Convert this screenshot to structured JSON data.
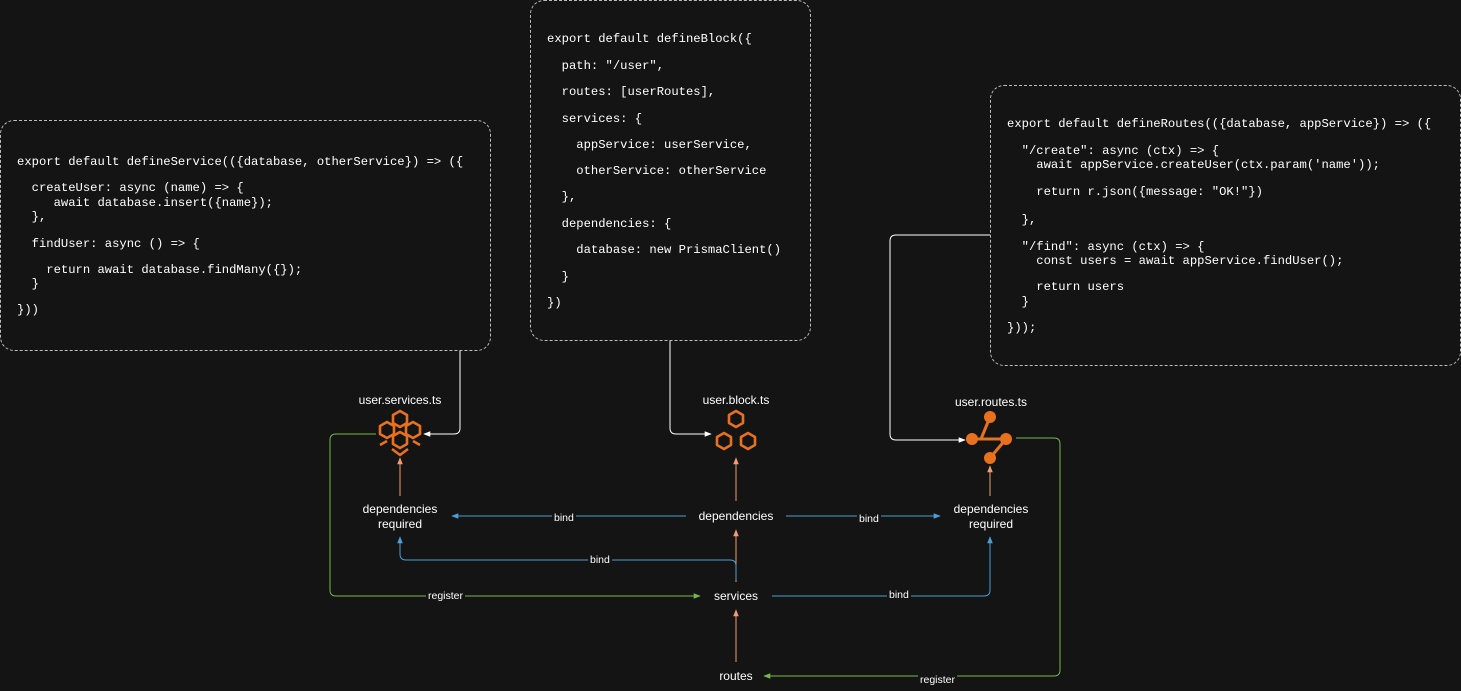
{
  "colors": {
    "background": "#141414",
    "icon_orange": "#e8711d",
    "arrow_orange": "#f49a72",
    "arrow_blue": "#4b9fd5",
    "arrow_green": "#73b74a",
    "box_border": "#bdbdbd"
  },
  "code": {
    "service": [
      "export default defineService(({database, otherService}) => ({",
      "  createUser: async (name) => {",
      "     await database.insert({name});",
      "  },",
      "  findUser: async () => {",
      "    return await database.findMany({});",
      "  }",
      "}))"
    ],
    "block": [
      "export default defineBlock({",
      "  path: \"/user\",",
      "  routes: [userRoutes],",
      "  services: {",
      "    appService: userService,",
      "    otherService: otherService",
      "  },",
      "  dependencies: {",
      "    database: new PrismaClient()",
      "  }",
      "})"
    ],
    "routes": [
      "export default defineRoutes(({database, appService}) => ({",
      "  \"/create\": async (ctx) => {",
      "    await appService.createUser(ctx.param('name'));",
      "    return r.json({message: \"OK!\"})",
      "  },",
      "  \"/find\": async (ctx) => {",
      "    const users = await appService.findUser();",
      "    return users",
      "  }",
      "}));"
    ]
  },
  "nodes": {
    "services_file": "user.services.ts",
    "block_file": "user.block.ts",
    "routes_file": "user.routes.ts",
    "left_deps_line1": "dependencies",
    "left_deps_line2": "required",
    "center_deps": "dependencies",
    "right_deps_line1": "dependencies",
    "right_deps_line2": "required",
    "services": "services",
    "routes": "routes"
  },
  "icons": {
    "services_file": "cubes-icon",
    "block_file": "hexagons-icon",
    "routes_file": "routing-icon"
  },
  "edges": {
    "bind_left": "bind",
    "bind_right": "bind",
    "bind_services_left": "bind",
    "bind_services_right": "bind",
    "register_left": "register",
    "register_bottom": "register"
  }
}
